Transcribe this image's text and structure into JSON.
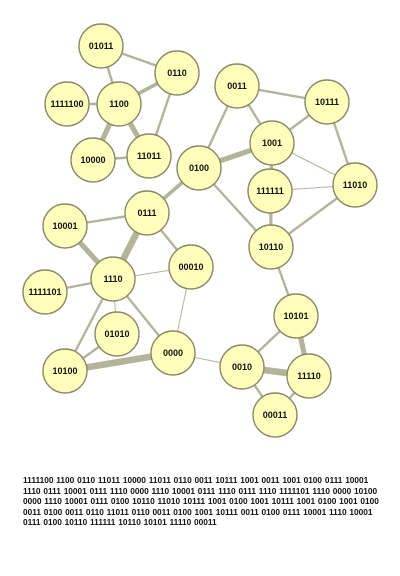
{
  "graph": {
    "nodes": [
      {
        "id": "01011",
        "label": "01011"
      },
      {
        "id": "0110",
        "label": "0110"
      },
      {
        "id": "1111100",
        "label": "1111100"
      },
      {
        "id": "1100",
        "label": "1100"
      },
      {
        "id": "10000",
        "label": "10000"
      },
      {
        "id": "11011",
        "label": "11011"
      },
      {
        "id": "0011",
        "label": "0011"
      },
      {
        "id": "10111",
        "label": "10111"
      },
      {
        "id": "1001",
        "label": "1001"
      },
      {
        "id": "0100",
        "label": "0100"
      },
      {
        "id": "11010",
        "label": "11010"
      },
      {
        "id": "111111",
        "label": "111111"
      },
      {
        "id": "10001",
        "label": "10001"
      },
      {
        "id": "0111",
        "label": "0111"
      },
      {
        "id": "10110",
        "label": "10110"
      },
      {
        "id": "1110",
        "label": "1110"
      },
      {
        "id": "00010",
        "label": "00010"
      },
      {
        "id": "1111101",
        "label": "1111101"
      },
      {
        "id": "10101",
        "label": "10101"
      },
      {
        "id": "01010",
        "label": "01010"
      },
      {
        "id": "0000",
        "label": "0000"
      },
      {
        "id": "10100",
        "label": "10100"
      },
      {
        "id": "0010",
        "label": "0010"
      },
      {
        "id": "11110",
        "label": "11110"
      },
      {
        "id": "00011",
        "label": "00011"
      }
    ],
    "edges": [
      {
        "from": "01011",
        "to": "1100",
        "weight": 2
      },
      {
        "from": "01011",
        "to": "0110",
        "weight": 2
      },
      {
        "from": "0110",
        "to": "1100",
        "weight": 3
      },
      {
        "from": "0110",
        "to": "11011",
        "weight": 2
      },
      {
        "from": "1111100",
        "to": "1100",
        "weight": 2
      },
      {
        "from": "1100",
        "to": "10000",
        "weight": 4
      },
      {
        "from": "1100",
        "to": "11011",
        "weight": 4
      },
      {
        "from": "10000",
        "to": "11011",
        "weight": 2
      },
      {
        "from": "0011",
        "to": "10111",
        "weight": 2
      },
      {
        "from": "0011",
        "to": "1001",
        "weight": 2
      },
      {
        "from": "0011",
        "to": "0100",
        "weight": 2
      },
      {
        "from": "10111",
        "to": "1001",
        "weight": 2
      },
      {
        "from": "10111",
        "to": "11010",
        "weight": 2
      },
      {
        "from": "1001",
        "to": "0100",
        "weight": 4
      },
      {
        "from": "1001",
        "to": "111111",
        "weight": 2
      },
      {
        "from": "1001",
        "to": "11010",
        "weight": 1
      },
      {
        "from": "1001",
        "to": "10110",
        "weight": 2
      },
      {
        "from": "111111",
        "to": "11010",
        "weight": 1
      },
      {
        "from": "111111",
        "to": "10110",
        "weight": 2
      },
      {
        "from": "11010",
        "to": "10110",
        "weight": 2
      },
      {
        "from": "0100",
        "to": "10110",
        "weight": 2
      },
      {
        "from": "0100",
        "to": "0111",
        "weight": 3
      },
      {
        "from": "10001",
        "to": "0111",
        "weight": 2
      },
      {
        "from": "10001",
        "to": "1110",
        "weight": 4
      },
      {
        "from": "0111",
        "to": "1110",
        "weight": 5
      },
      {
        "from": "0111",
        "to": "00010",
        "weight": 2
      },
      {
        "from": "1111101",
        "to": "1110",
        "weight": 2
      },
      {
        "from": "1110",
        "to": "00010",
        "weight": 1
      },
      {
        "from": "1110",
        "to": "01010",
        "weight": 1
      },
      {
        "from": "1110",
        "to": "0000",
        "weight": 2
      },
      {
        "from": "1110",
        "to": "10100",
        "weight": 2
      },
      {
        "from": "00010",
        "to": "0000",
        "weight": 1
      },
      {
        "from": "01010",
        "to": "10100",
        "weight": 2
      },
      {
        "from": "10100",
        "to": "0000",
        "weight": 5
      },
      {
        "from": "0000",
        "to": "0010",
        "weight": 1
      },
      {
        "from": "10110",
        "to": "10101",
        "weight": 2
      },
      {
        "from": "10101",
        "to": "0010",
        "weight": 2
      },
      {
        "from": "10101",
        "to": "11110",
        "weight": 4
      },
      {
        "from": "0010",
        "to": "11110",
        "weight": 5
      },
      {
        "from": "0010",
        "to": "00011",
        "weight": 2
      },
      {
        "from": "11110",
        "to": "00011",
        "weight": 2
      }
    ]
  },
  "sequence_text": "1111100 1100 0110 11011 10000 11011 0110 0011 10111 1001 0011 1001 0100 0111 10001 1110 0111 10001 0111 1110 0000 1110 10001 0111 1110 0111 1110 1111101 1110 0000 10100 0000 1110 10001 0111 0100 10110 11010 10111 1001 0100 1001 10111 1001 0100 1001 0100 0011 0100 0011 0110 11011 0110 0011 0100 1001 10111 0011 0100 0111 10001 1110 10001 0111 0100 10110 111111 10110 10101 11110 00011"
}
